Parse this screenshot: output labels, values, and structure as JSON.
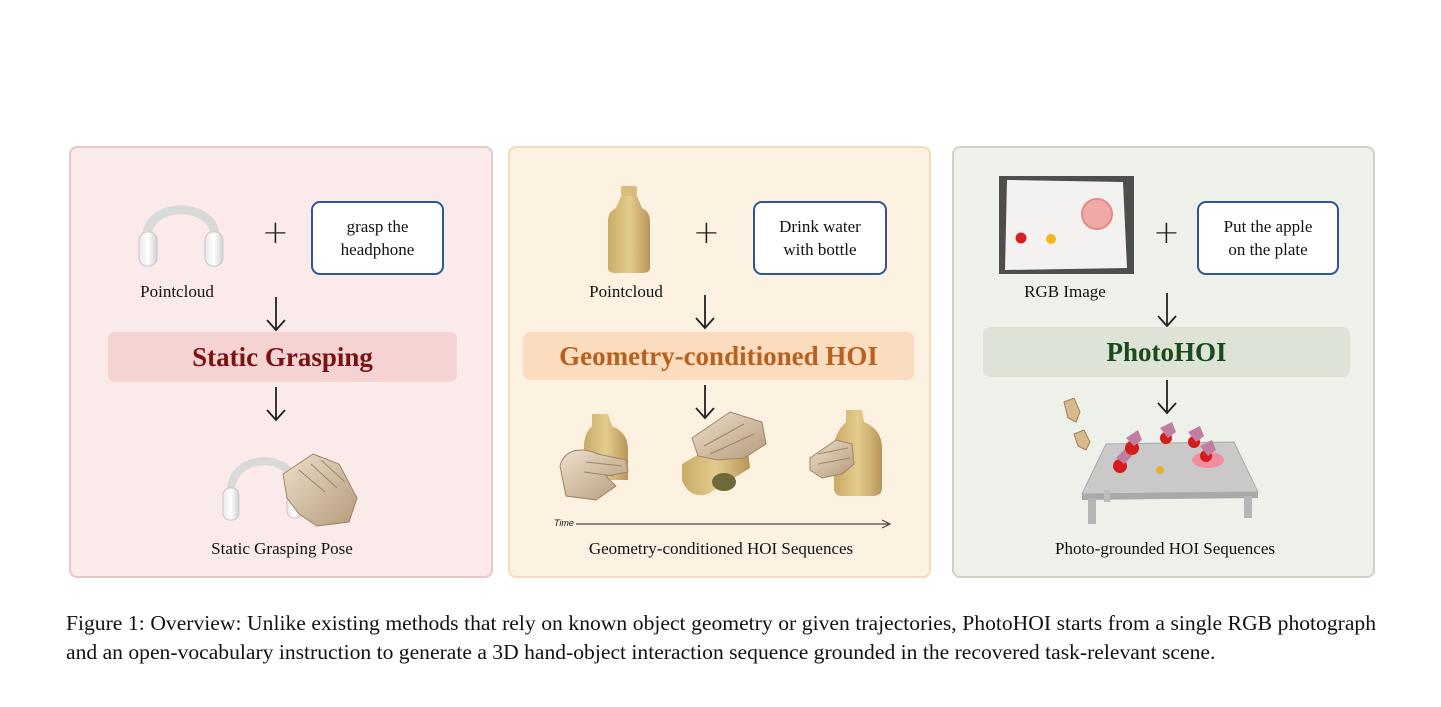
{
  "panels": [
    {
      "input_label": "Pointcloud",
      "instruction": [
        "grasp the",
        "headphone"
      ],
      "method": "Static Grasping",
      "output_label": "Static Grasping Pose"
    },
    {
      "input_label": "Pointcloud",
      "instruction": [
        "Drink water",
        "with bottle"
      ],
      "method": "Geometry-conditioned HOI",
      "output_label": "Geometry-conditioned HOI Sequences",
      "time_label": "Time"
    },
    {
      "input_label": "RGB Image",
      "instruction": [
        "Put the apple",
        "on the plate"
      ],
      "method": "PhotoHOI",
      "output_label": "Photo-grounded HOI Sequences"
    }
  ],
  "plus_symbol": "+",
  "caption": "Figure 1: Overview: Unlike existing methods that rely on known object geometry or given trajectories, PhotoHOI starts from a single RGB photograph and an open-vocabulary instruction to generate a 3D hand-object interaction sequence grounded in the recovered task-relevant scene.",
  "colors": {
    "panel1_bg": "#fbeaea",
    "panel2_bg": "#fdf1e2",
    "panel3_bg": "#eef1ea",
    "method1_text": "#7a1212",
    "method2_text": "#b8601e",
    "method3_text": "#1d4a1d",
    "instruction_border": "#2f5596"
  }
}
